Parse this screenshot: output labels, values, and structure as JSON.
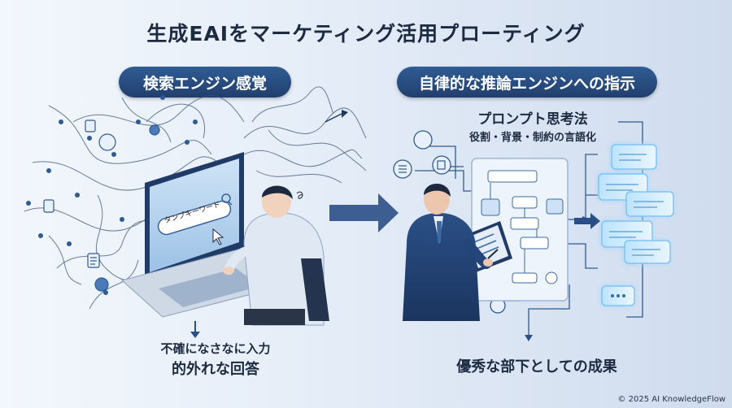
{
  "title": "生成EAIをマーケティング活用プローティング",
  "left": {
    "label": "検索エンジン感覚",
    "search_text": "タンプキーワード",
    "caption_line1": "不確になさなに入力",
    "caption_line2": "的外れな回答"
  },
  "right": {
    "label": "自律的な推論エンジンへの指示",
    "heading": "プロンプト思考法",
    "subheading": "役割・背景・制約の言語化",
    "caption": "優秀な部下としての成果"
  },
  "copyright": "© 2025 AI KnowledgeFlow",
  "colors": {
    "accent": "#2a4f86",
    "pill_bg": "#263f6b",
    "glow": "#7ec3f5"
  }
}
